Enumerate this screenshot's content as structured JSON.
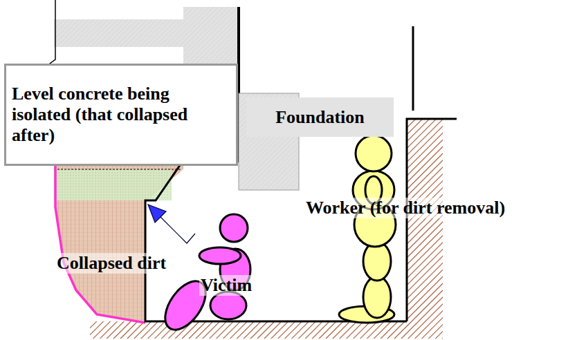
{
  "diagram": {
    "nodes": [
      {
        "text": [
          "Level concrete being isolated (that collapsed after)"
        ]
      },
      {
        "text": [
          "Foundation"
        ]
      }
    ],
    "labels": [
      "Collapsed dirt",
      "Victim",
      "Worker (for dirt removal)"
    ]
  }
}
